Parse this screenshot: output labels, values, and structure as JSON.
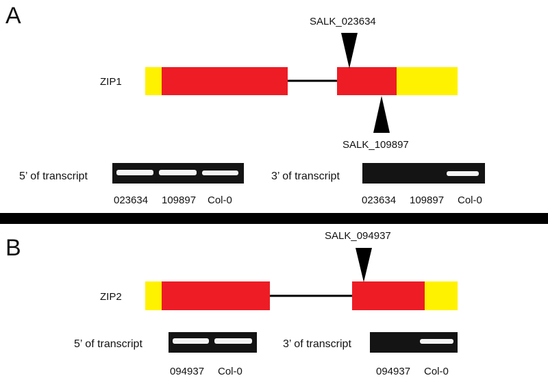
{
  "colors": {
    "utr": "#FFF200",
    "exon": "#EE1C25",
    "intron": "#000000",
    "divider": "#000000",
    "gel_background": "#141414",
    "gel_band": "#F4F4F4",
    "marker": "#000000"
  },
  "panels": [
    {
      "letter": "A",
      "gene": "ZIP1",
      "insertions": [
        {
          "label": "SALK_023634",
          "orientation": "from-above"
        },
        {
          "label": "SALK_109897",
          "orientation": "from-below"
        }
      ],
      "gels": [
        {
          "label": "5’ of transcript",
          "lanes": [
            {
              "label": "023634",
              "band": true
            },
            {
              "label": "109897",
              "band": true
            },
            {
              "label": "Col-0",
              "band": true
            }
          ]
        },
        {
          "label": "3’ of transcript",
          "lanes": [
            {
              "label": "023634",
              "band": false
            },
            {
              "label": "109897",
              "band": false
            },
            {
              "label": "Col-0",
              "band": true
            }
          ]
        }
      ]
    },
    {
      "letter": "B",
      "gene": "ZIP2",
      "insertions": [
        {
          "label": "SALK_094937",
          "orientation": "from-above"
        }
      ],
      "gels": [
        {
          "label": "5’ of transcript",
          "lanes": [
            {
              "label": "094937",
              "band": true
            },
            {
              "label": "Col-0",
              "band": true
            }
          ]
        },
        {
          "label": "3’ of transcript",
          "lanes": [
            {
              "label": "094937",
              "band": false
            },
            {
              "label": "Col-0",
              "band": true
            }
          ]
        }
      ]
    }
  ]
}
